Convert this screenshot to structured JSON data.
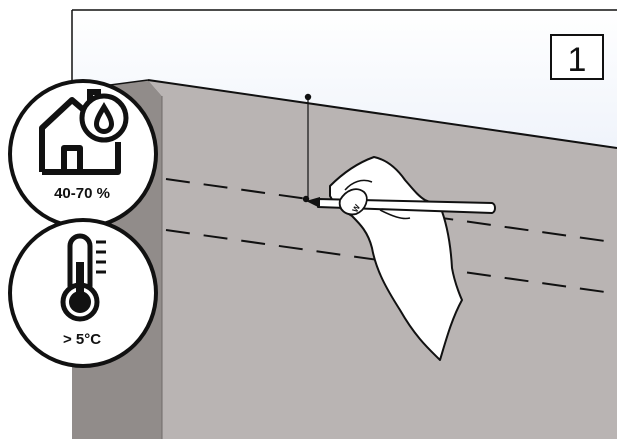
{
  "step_number": "1",
  "humidity": {
    "icon": "house-humidity-icon",
    "value": "40-70 %"
  },
  "temperature": {
    "icon": "thermometer-icon",
    "value": "> 5°C"
  },
  "pencil_marking": "W",
  "colors": {
    "sky_top": "#ffffff",
    "sky_bottom": "#cfdcf2",
    "wall_front": "#b9b4b3",
    "wall_side": "#918c8a",
    "wall_top": "#a6a09f",
    "line": "#111111"
  }
}
